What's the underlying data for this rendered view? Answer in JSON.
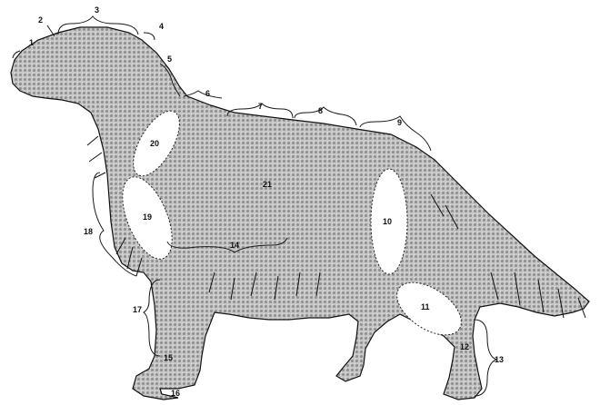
{
  "colors": {
    "background": "#ffffff",
    "pattern_base": "#c7c7c7",
    "pattern_dot": "#8f8f8f",
    "pattern_highlight": "#e4e4e4",
    "outline": "#111111"
  },
  "labels": {
    "n1": "1",
    "n2": "2",
    "n3": "3",
    "n4": "4",
    "n5": "5",
    "n6": "6",
    "n7": "7",
    "n8": "8",
    "n9": "9",
    "n10": "10",
    "n11": "11",
    "n12": "12",
    "n13": "13",
    "n14": "14",
    "n15": "15",
    "n16": "16",
    "n17": "17",
    "n18": "18",
    "n19": "19",
    "n20": "20",
    "n21": "21"
  }
}
